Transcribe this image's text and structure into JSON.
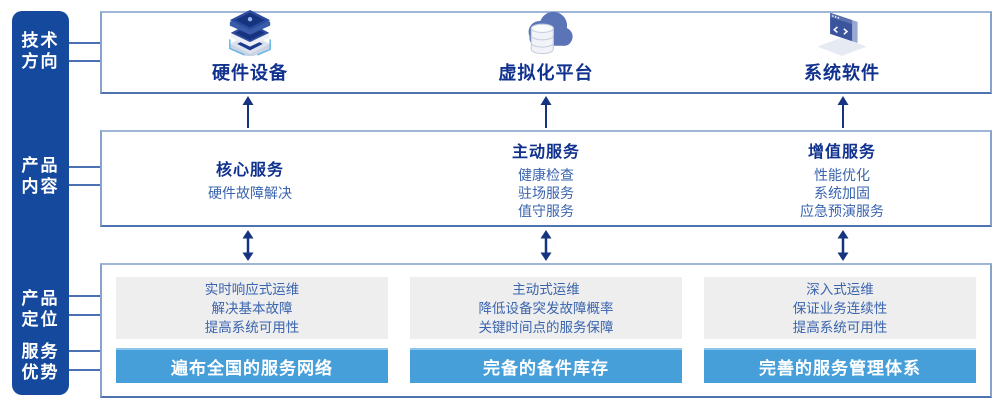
{
  "colors": {
    "sidebar_bg": "#15499E",
    "panel_border": "#87A3CC",
    "title_text": "#10328E",
    "body_text": "#3A64AE",
    "note_bg": "#EEEEEE",
    "banner_bg": "#479FD9",
    "banner_text": "#FFFFFF",
    "arrow": "#16337F",
    "connector": "#4A71B4"
  },
  "sidebar": {
    "items": [
      {
        "line1": "技术",
        "line2": "方向"
      },
      {
        "line1": "产品",
        "line2": "内容"
      },
      {
        "line1": "产品",
        "line2": "定位"
      },
      {
        "line1": "服务",
        "line2": "优势"
      }
    ]
  },
  "tech_row": {
    "items": [
      {
        "icon": "server-stack-icon",
        "label": "硬件设备"
      },
      {
        "icon": "cloud-database-icon",
        "label": "虚拟化平台"
      },
      {
        "icon": "software-window-icon",
        "label": "系统软件"
      }
    ]
  },
  "service_row": {
    "columns": [
      {
        "title": "核心服务",
        "items": [
          "硬件故障解决"
        ]
      },
      {
        "title": "主动服务",
        "items": [
          "健康检查",
          "驻场服务",
          "值守服务"
        ]
      },
      {
        "title": "增值服务",
        "items": [
          "性能优化",
          "系统加固",
          "应急预演服务"
        ]
      }
    ]
  },
  "position_row": {
    "columns": [
      {
        "note_lines": [
          "实时响应式运维",
          "解决基本故障",
          "提高系统可用性"
        ],
        "banner": "遍布全国的服务网络"
      },
      {
        "note_lines": [
          "主动式运维",
          "降低设备突发故障概率",
          "关键时间点的服务保障"
        ],
        "banner": "完备的备件库存"
      },
      {
        "note_lines": [
          "深入式运维",
          "保证业务连续性",
          "提高系统可用性"
        ],
        "banner": "完善的服务管理体系"
      }
    ]
  }
}
